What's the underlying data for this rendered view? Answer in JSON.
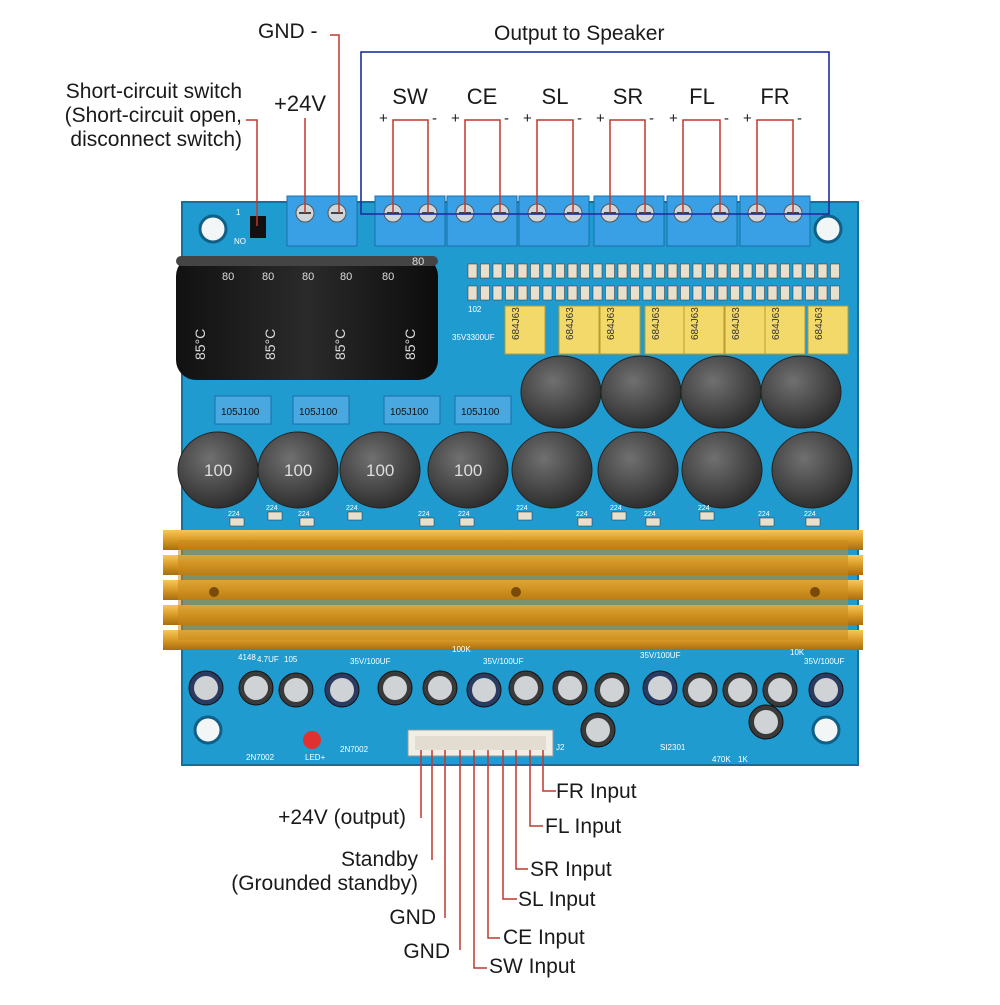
{
  "labels": {
    "gnd_minus": "GND -",
    "plus24v": "+24V",
    "output_to_speaker": "Output to Speaker",
    "short_circuit": "Short-circuit switch\n(Short-circuit open,\ndisconnect switch)",
    "jumper_no": "NO",
    "jumper_mark": "1",
    "cap_large": "35V3300UF",
    "cap_temp": "85°C",
    "cap_80": "80",
    "small_102": "102",
    "inputs": {
      "plus24v_out": "+24V (output)",
      "standby": "Standby\n(Grounded standby)",
      "gnd1": "GND",
      "gnd2": "GND",
      "fr": "FR Input",
      "fl": "FL Input",
      "sr": "SR Input",
      "sl": "SL Input",
      "ce": "CE Input",
      "sw": "SW Input"
    }
  },
  "channels": [
    {
      "name": "SW",
      "plus": "+",
      "minus": "-"
    },
    {
      "name": "CE",
      "plus": "+",
      "minus": "-"
    },
    {
      "name": "SL",
      "plus": "+",
      "minus": "-"
    },
    {
      "name": "SR",
      "plus": "+",
      "minus": "-"
    },
    {
      "name": "FL",
      "plus": "+",
      "minus": "-"
    },
    {
      "name": "FR",
      "plus": "+",
      "minus": "-"
    }
  ],
  "film_caps": [
    "684J63",
    "684J63",
    "684J63",
    "684J63",
    "684J63",
    "684J63",
    "684J63",
    "684J63"
  ],
  "blue_caps": [
    "105J100",
    "105J100",
    "105J100",
    "105J100"
  ],
  "inductors_text": "100",
  "smd_224": "224",
  "bottom_silk": {
    "d4148": "4148",
    "cap47": "4.7UF",
    "cap100": "35V/100UF",
    "r100k": "100K",
    "r105": "105",
    "r10k": "10K",
    "led": "LED+",
    "q1": "2N7002",
    "q2": "2N7002",
    "j2": "J2",
    "r470k": "470K",
    "r1k": "1K",
    "s2301": "SI2301"
  },
  "colors": {
    "pcb": "#1f9bcf",
    "pcb_dark": "#1786b6",
    "heatsink": "#d9a030",
    "wire": "#c0392b",
    "output_box": "#1e2fa0",
    "terminal": "#3aa0e6",
    "film_cap": "#f3d96a",
    "blue_cap": "#4aa8e0"
  }
}
